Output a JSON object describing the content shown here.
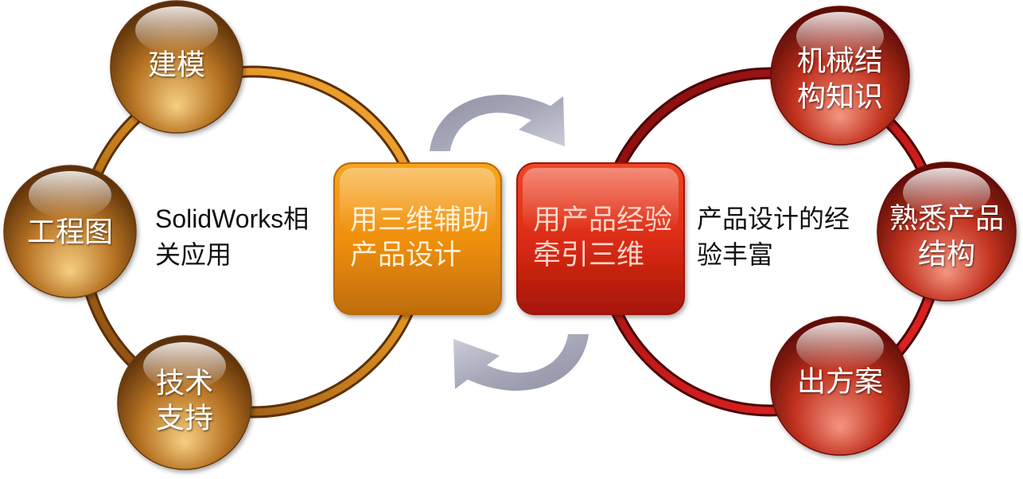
{
  "left_cycle": {
    "bubbles": [
      {
        "lines": [
          "建模"
        ]
      },
      {
        "lines": [
          "工程图"
        ]
      },
      {
        "lines": [
          "技术",
          "支持"
        ]
      }
    ],
    "caption": [
      "SolidWorks相",
      "关应用"
    ]
  },
  "center": {
    "left_box": [
      "用三维辅助",
      "产品设计"
    ],
    "right_box": [
      "用产品经验",
      "牵引三维"
    ]
  },
  "right_cycle": {
    "bubbles": [
      {
        "lines": [
          "机械结",
          "构知识"
        ]
      },
      {
        "lines": [
          "熟悉产品",
          "结构"
        ]
      },
      {
        "lines": [
          "出方案"
        ]
      }
    ],
    "caption": [
      "产品设计的经",
      "验丰富"
    ]
  },
  "colors": {
    "gold_ring": "#e09320",
    "red_ring": "#d01c1c",
    "arrow": "#a6a8b8",
    "orange_box": "#f0900f",
    "red_box": "#dc2c14",
    "gold_sphere": "#b87424",
    "red_sphere": "#c2321f"
  }
}
